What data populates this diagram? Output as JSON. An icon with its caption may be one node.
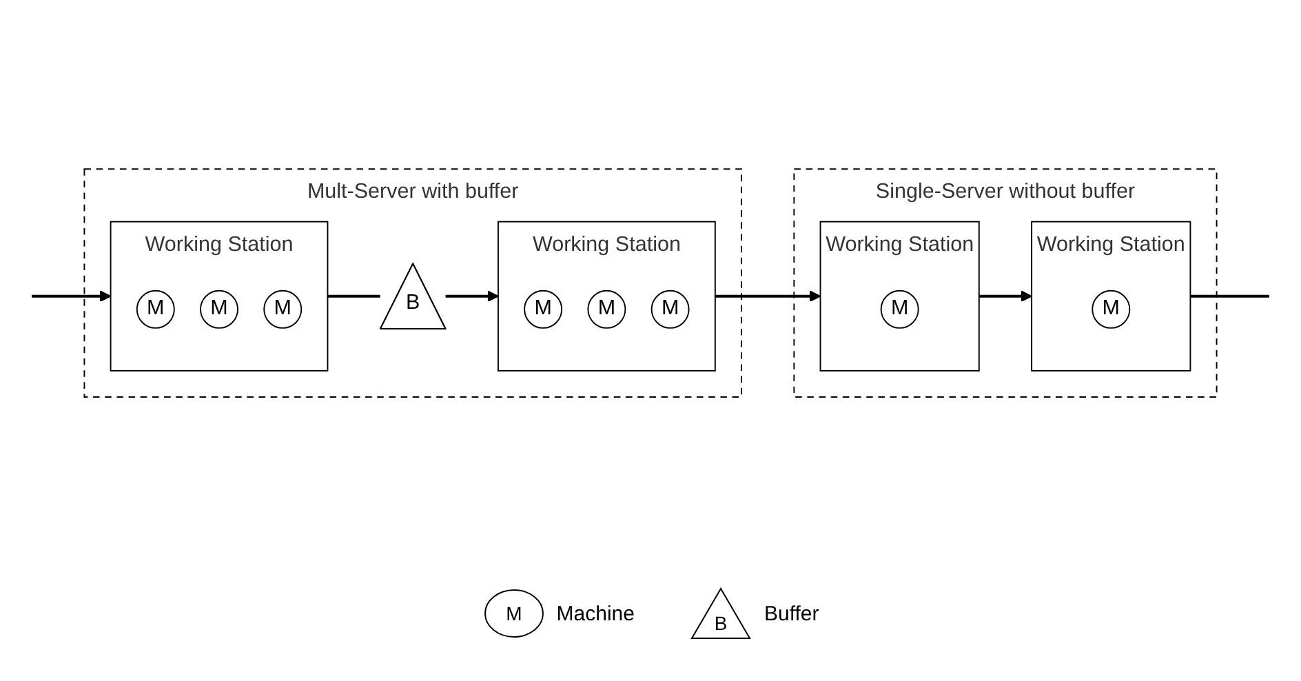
{
  "diagram": {
    "nodes": [
      {
        "text": [
          "Mult-Server with buffer"
        ]
      },
      {
        "text": [
          "Working Station"
        ],
        "in": 0
      },
      {
        "text": [
          "M"
        ],
        "in": 1
      },
      {
        "text": [
          "M"
        ],
        "in": 1
      },
      {
        "text": [
          "M"
        ],
        "in": 1
      },
      {
        "text": [
          "B"
        ],
        "in": 0
      },
      {
        "text": [
          "Working Station"
        ],
        "in": 0
      },
      {
        "text": [
          "M"
        ],
        "in": 6
      },
      {
        "text": [
          "M"
        ],
        "in": 6
      },
      {
        "text": [
          "M"
        ],
        "in": 6
      },
      {
        "text": [
          "Single-Server without buffer"
        ]
      },
      {
        "text": [
          "Working Station"
        ],
        "in": 10
      },
      {
        "text": [
          "M"
        ],
        "in": 11
      },
      {
        "text": [
          "Working Station"
        ],
        "in": 10
      },
      {
        "text": [
          "M"
        ],
        "in": 13
      }
    ],
    "edges": [
      {
        "from": null,
        "to": 1,
        "arrow": "to"
      },
      {
        "from": 1,
        "to": 5,
        "arrow": "none"
      },
      {
        "from": 5,
        "to": 6,
        "arrow": "to"
      },
      {
        "from": 6,
        "to": 11,
        "arrow": "to"
      },
      {
        "from": 11,
        "to": 13,
        "arrow": "to"
      },
      {
        "from": 13,
        "to": null,
        "arrow": "none"
      }
    ],
    "labels": [
      "M",
      "B"
    ],
    "legend": [
      {
        "text": "Machine"
      },
      {
        "text": "Buffer"
      }
    ]
  }
}
